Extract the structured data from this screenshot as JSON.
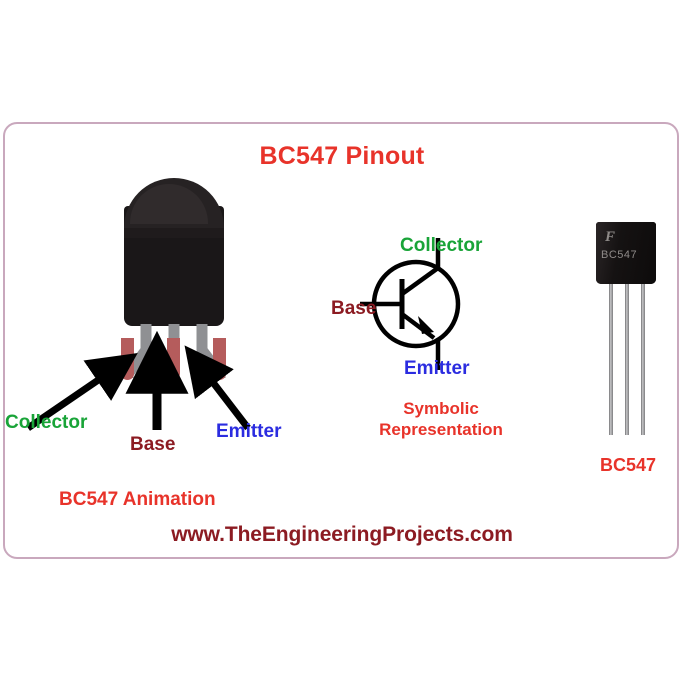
{
  "frame": {
    "border_color": "#c9a8bd"
  },
  "title": "BC547 Pinout",
  "colors": {
    "title_red": "#e8332a",
    "collector_green": "#19a438",
    "base_maroon": "#8c1b22",
    "emitter_blue": "#2b2ce0",
    "footer_red": "#8c1b22",
    "package_black": "#1a1718",
    "leg_gray": "#8f9093",
    "leg_tip_red": "#b55c5c"
  },
  "animation_section": {
    "caption": "BC547 Animation",
    "pins": [
      {
        "name": "Collector",
        "color": "#19a438"
      },
      {
        "name": "Base",
        "color": "#8c1b22"
      },
      {
        "name": "Emitter",
        "color": "#2b2ce0"
      }
    ]
  },
  "symbol_section": {
    "caption_line1": "Symbolic",
    "caption_line2": "Representation",
    "terminals": [
      {
        "name": "Collector",
        "color": "#19a438"
      },
      {
        "name": "Base",
        "color": "#8c1b22"
      },
      {
        "name": "Emitter",
        "color": "#2b2ce0"
      }
    ],
    "device_type": "NPN"
  },
  "photo_section": {
    "package_marking": "BC547",
    "manufacturer_logo": "F",
    "caption": "BC547"
  },
  "footer": {
    "website": "www.TheEngineeringProjects.com"
  }
}
